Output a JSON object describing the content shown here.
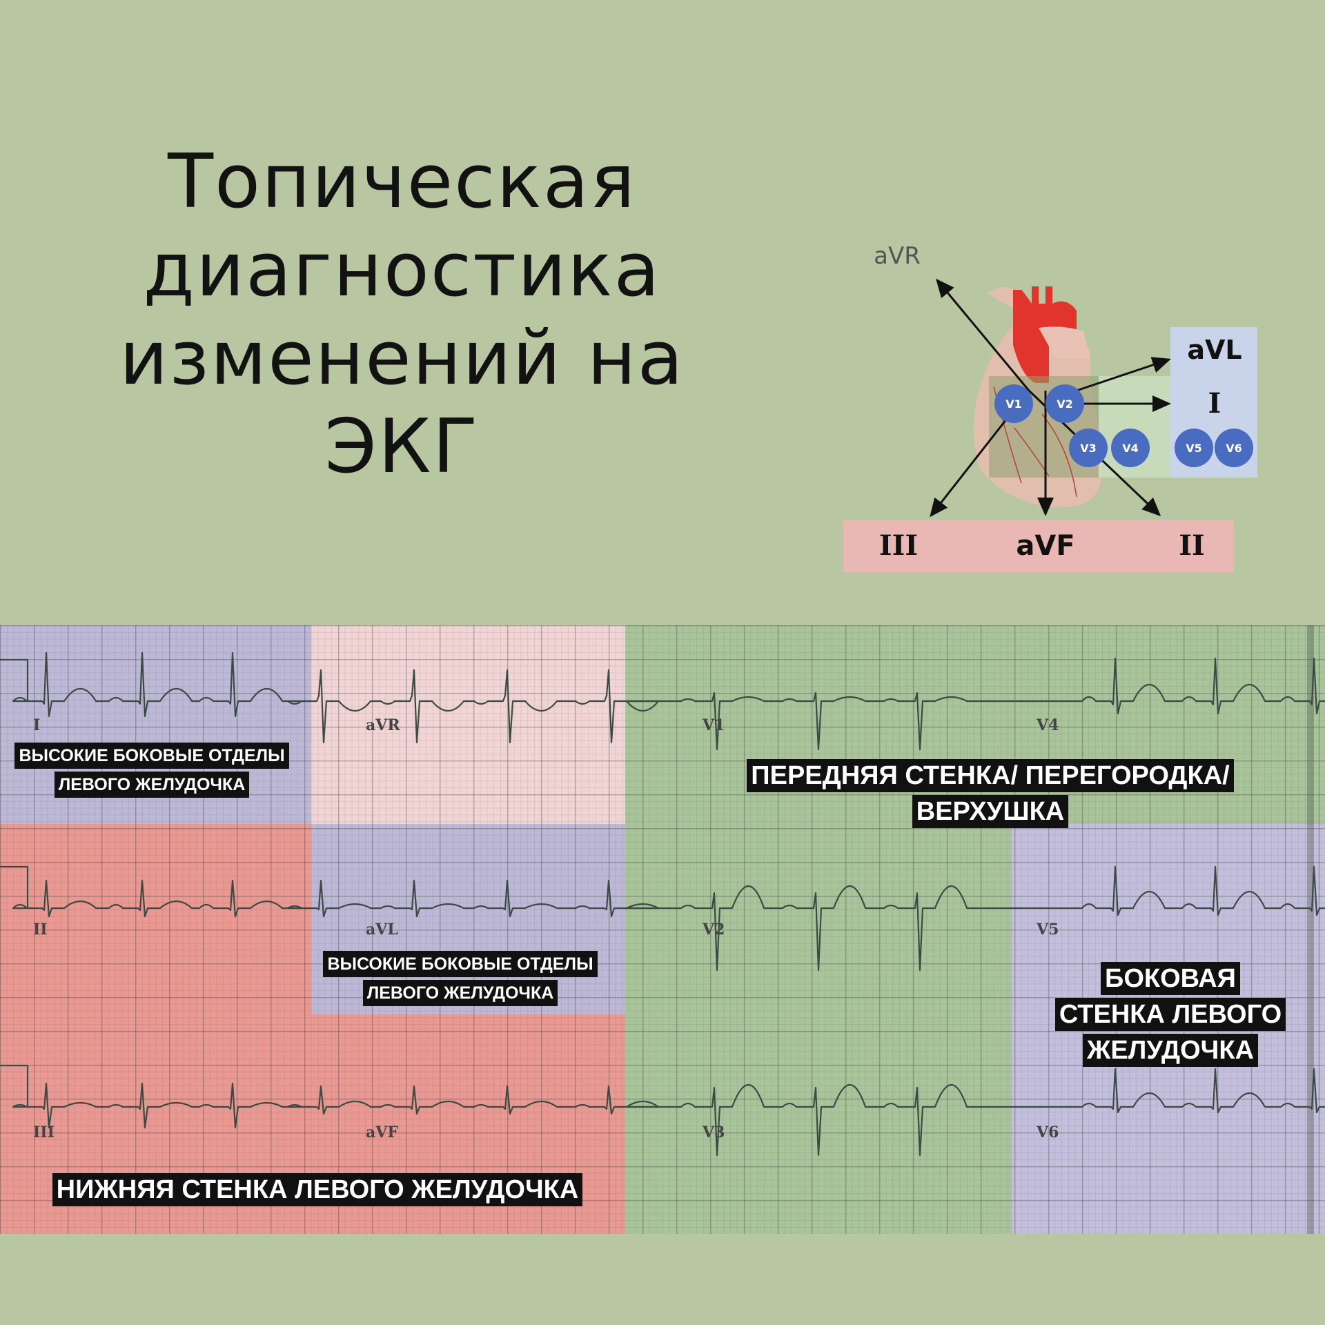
{
  "title": {
    "lines": [
      "Топическая",
      "диагностика",
      "изменений на",
      "ЭКГ"
    ]
  },
  "heart_diagram": {
    "axis_labels": {
      "avr": "aVR",
      "avl": "aVL",
      "i": "I",
      "iii": "III",
      "avf": "aVF",
      "ii": "II"
    },
    "chest_leads": [
      "V1",
      "V2",
      "V3",
      "V4",
      "V5",
      "V6"
    ],
    "colors": {
      "lateral_box": "#c9d3ea",
      "inferior_box": "#e9b7b4",
      "electrode": "#4a6cc0",
      "aorta": "#e0342c"
    }
  },
  "ecg": {
    "leads": {
      "I": "I",
      "aVR": "aVR",
      "V1": "V1",
      "V4": "V4",
      "II": "II",
      "aVL": "aVL",
      "V2": "V2",
      "V5": "V5",
      "III": "III",
      "aVF": "aVF",
      "V3": "V3",
      "V6": "V6"
    },
    "zones": {
      "high_lateral_1": [
        "ВЫСОКИЕ БОКОВЫЕ ОТДЕЛЫ",
        "ЛЕВОГО ЖЕЛУДОЧКА"
      ],
      "high_lateral_2": [
        "ВЫСОКИЕ БОКОВЫЕ ОТДЕЛЫ",
        "ЛЕВОГО ЖЕЛУДОЧКА"
      ],
      "anterior": [
        "ПЕРЕДНЯЯ СТЕНКА/ ПЕРЕГОРОДКА/",
        "ВЕРХУШКА"
      ],
      "lateral": [
        "БОКОВАЯ",
        "СТЕНКА ЛЕВОГО",
        "ЖЕЛУДОЧКА"
      ],
      "inferior": [
        "НИЖНЯЯ СТЕНКА ЛЕВОГО ЖЕЛУДОЧКА"
      ]
    },
    "zone_colors": {
      "purple": "#bcb8d6",
      "pink": "#f1d4d4",
      "green": "#a9c49a",
      "red": "#e99892"
    }
  }
}
